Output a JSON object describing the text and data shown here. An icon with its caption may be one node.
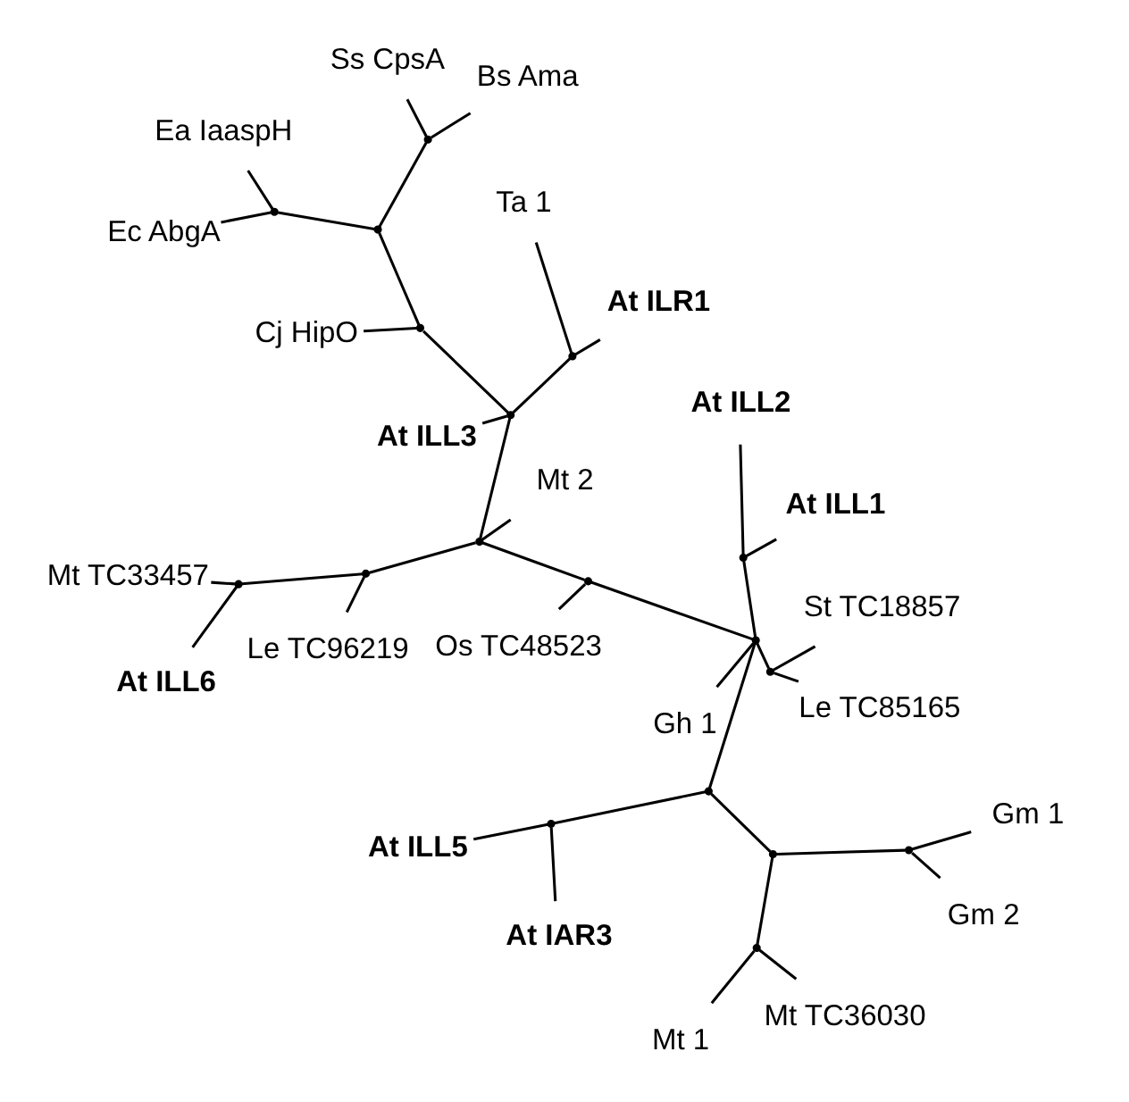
{
  "diagram": {
    "nodes": [
      {
        "text": [
          "Gh 1"
        ]
      },
      {
        "text": [
          "Mt TC36030"
        ]
      },
      {
        "text": [
          "Mt 1"
        ]
      },
      {
        "text": [
          "Gm 1"
        ]
      },
      {
        "text": [
          "Gm 2"
        ]
      },
      {
        "text": [
          "At ILL1"
        ]
      },
      {
        "text": [
          "At ILL5"
        ]
      },
      {
        "text": [
          "At ILL2"
        ]
      },
      {
        "text": [
          "At IAR3"
        ]
      },
      {
        "text": [
          "Os TC48523"
        ]
      },
      {
        "text": [
          "Le TC85165"
        ]
      },
      {
        "text": [
          "At ILL6"
        ]
      },
      {
        "text": [
          "St TC18857"
        ]
      },
      {
        "text": [
          "Mt TC33457"
        ]
      },
      {
        "text": [
          "Mt 2"
        ]
      },
      {
        "text": [
          "Le TC96219"
        ]
      },
      {
        "text": [
          "At ILR1"
        ]
      },
      {
        "text": [
          "Cj HipO"
        ]
      },
      {
        "text": [
          "Ta 1"
        ]
      },
      {
        "text": [
          "At ILL3"
        ]
      },
      {
        "text": [
          "Ss CpsA"
        ]
      },
      {
        "text": [
          "Ec AbgA"
        ]
      },
      {
        "text": [
          "Ea IaaspH"
        ]
      },
      {
        "text": [
          "Bs Ama"
        ]
      },
      {
        "text": [],
        "shape": "point"
      },
      {
        "text": [],
        "shape": "point"
      },
      {
        "text": [],
        "shape": "point"
      },
      {
        "text": [],
        "shape": "point"
      },
      {
        "text": [],
        "shape": "point"
      },
      {
        "text": [],
        "shape": "point"
      },
      {
        "text": [],
        "shape": "point"
      },
      {
        "text": [],
        "shape": "point"
      },
      {
        "text": [],
        "shape": "point"
      },
      {
        "text": [],
        "shape": "point"
      },
      {
        "text": [],
        "shape": "point"
      },
      {
        "text": [],
        "shape": "point"
      },
      {
        "text": [],
        "shape": "point"
      },
      {
        "text": [],
        "shape": "point"
      },
      {
        "text": [],
        "shape": "point"
      },
      {
        "text": [],
        "shape": "point"
      },
      {
        "text": [],
        "shape": "point"
      },
      {
        "text": [],
        "shape": "point"
      }
    ],
    "edges": [
      {
        "from": 24,
        "to": 5,
        "arrow": "none"
      },
      {
        "from": 24,
        "to": 7,
        "arrow": "none"
      },
      {
        "from": 25,
        "to": 1,
        "arrow": "none"
      },
      {
        "from": 25,
        "to": 2,
        "arrow": "none"
      },
      {
        "from": 26,
        "to": 3,
        "arrow": "none"
      },
      {
        "from": 26,
        "to": 4,
        "arrow": "none"
      },
      {
        "from": 27,
        "to": 6,
        "arrow": "none"
      },
      {
        "from": 27,
        "to": 8,
        "arrow": "none"
      },
      {
        "from": 28,
        "to": 25,
        "arrow": "none"
      },
      {
        "from": 28,
        "to": 26,
        "arrow": "none"
      },
      {
        "from": 29,
        "to": 28,
        "arrow": "none"
      },
      {
        "from": 29,
        "to": 27,
        "arrow": "none"
      },
      {
        "from": 30,
        "to": 10,
        "arrow": "none"
      },
      {
        "from": 30,
        "to": 12,
        "arrow": "none"
      },
      {
        "from": 31,
        "to": 29,
        "arrow": "none"
      },
      {
        "from": 31,
        "to": 0,
        "arrow": "none"
      },
      {
        "from": 31,
        "to": 24,
        "arrow": "none"
      },
      {
        "from": 31,
        "to": 30,
        "arrow": "none"
      },
      {
        "from": 31,
        "to": 32,
        "arrow": "none"
      },
      {
        "from": 32,
        "to": 9,
        "arrow": "none"
      },
      {
        "from": 32,
        "to": 34,
        "arrow": "none"
      },
      {
        "from": 34,
        "to": 14,
        "arrow": "none"
      },
      {
        "from": 34,
        "to": 35,
        "arrow": "none"
      },
      {
        "from": 34,
        "to": 36,
        "arrow": "none"
      },
      {
        "from": 35,
        "to": 33,
        "arrow": "none"
      },
      {
        "from": 35,
        "to": 15,
        "arrow": "none"
      },
      {
        "from": 33,
        "to": 11,
        "arrow": "none"
      },
      {
        "from": 33,
        "to": 13,
        "arrow": "none"
      },
      {
        "from": 36,
        "to": 37,
        "arrow": "none"
      },
      {
        "from": 36,
        "to": 19,
        "arrow": "none"
      },
      {
        "from": 36,
        "to": 38,
        "arrow": "none"
      },
      {
        "from": 37,
        "to": 16,
        "arrow": "none"
      },
      {
        "from": 37,
        "to": 18,
        "arrow": "none"
      },
      {
        "from": 38,
        "to": 17,
        "arrow": "none"
      },
      {
        "from": 38,
        "to": 39,
        "arrow": "none"
      },
      {
        "from": 39,
        "to": 40,
        "arrow": "none"
      },
      {
        "from": 39,
        "to": 41,
        "arrow": "none"
      },
      {
        "from": 40,
        "to": 20,
        "arrow": "none"
      },
      {
        "from": 40,
        "to": 23,
        "arrow": "none"
      },
      {
        "from": 41,
        "to": 21,
        "arrow": "none"
      },
      {
        "from": 41,
        "to": 22,
        "arrow": "none"
      }
    ]
  }
}
